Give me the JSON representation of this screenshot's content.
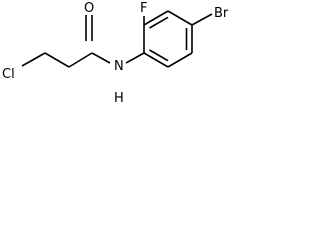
{
  "molecule": {
    "atoms": {
      "chlorine": "Cl",
      "oxygen": "O",
      "nitrogen_hydrogen": "N",
      "amide_hydrogen": "H",
      "fluorine": "F",
      "bromine": "Br"
    }
  }
}
